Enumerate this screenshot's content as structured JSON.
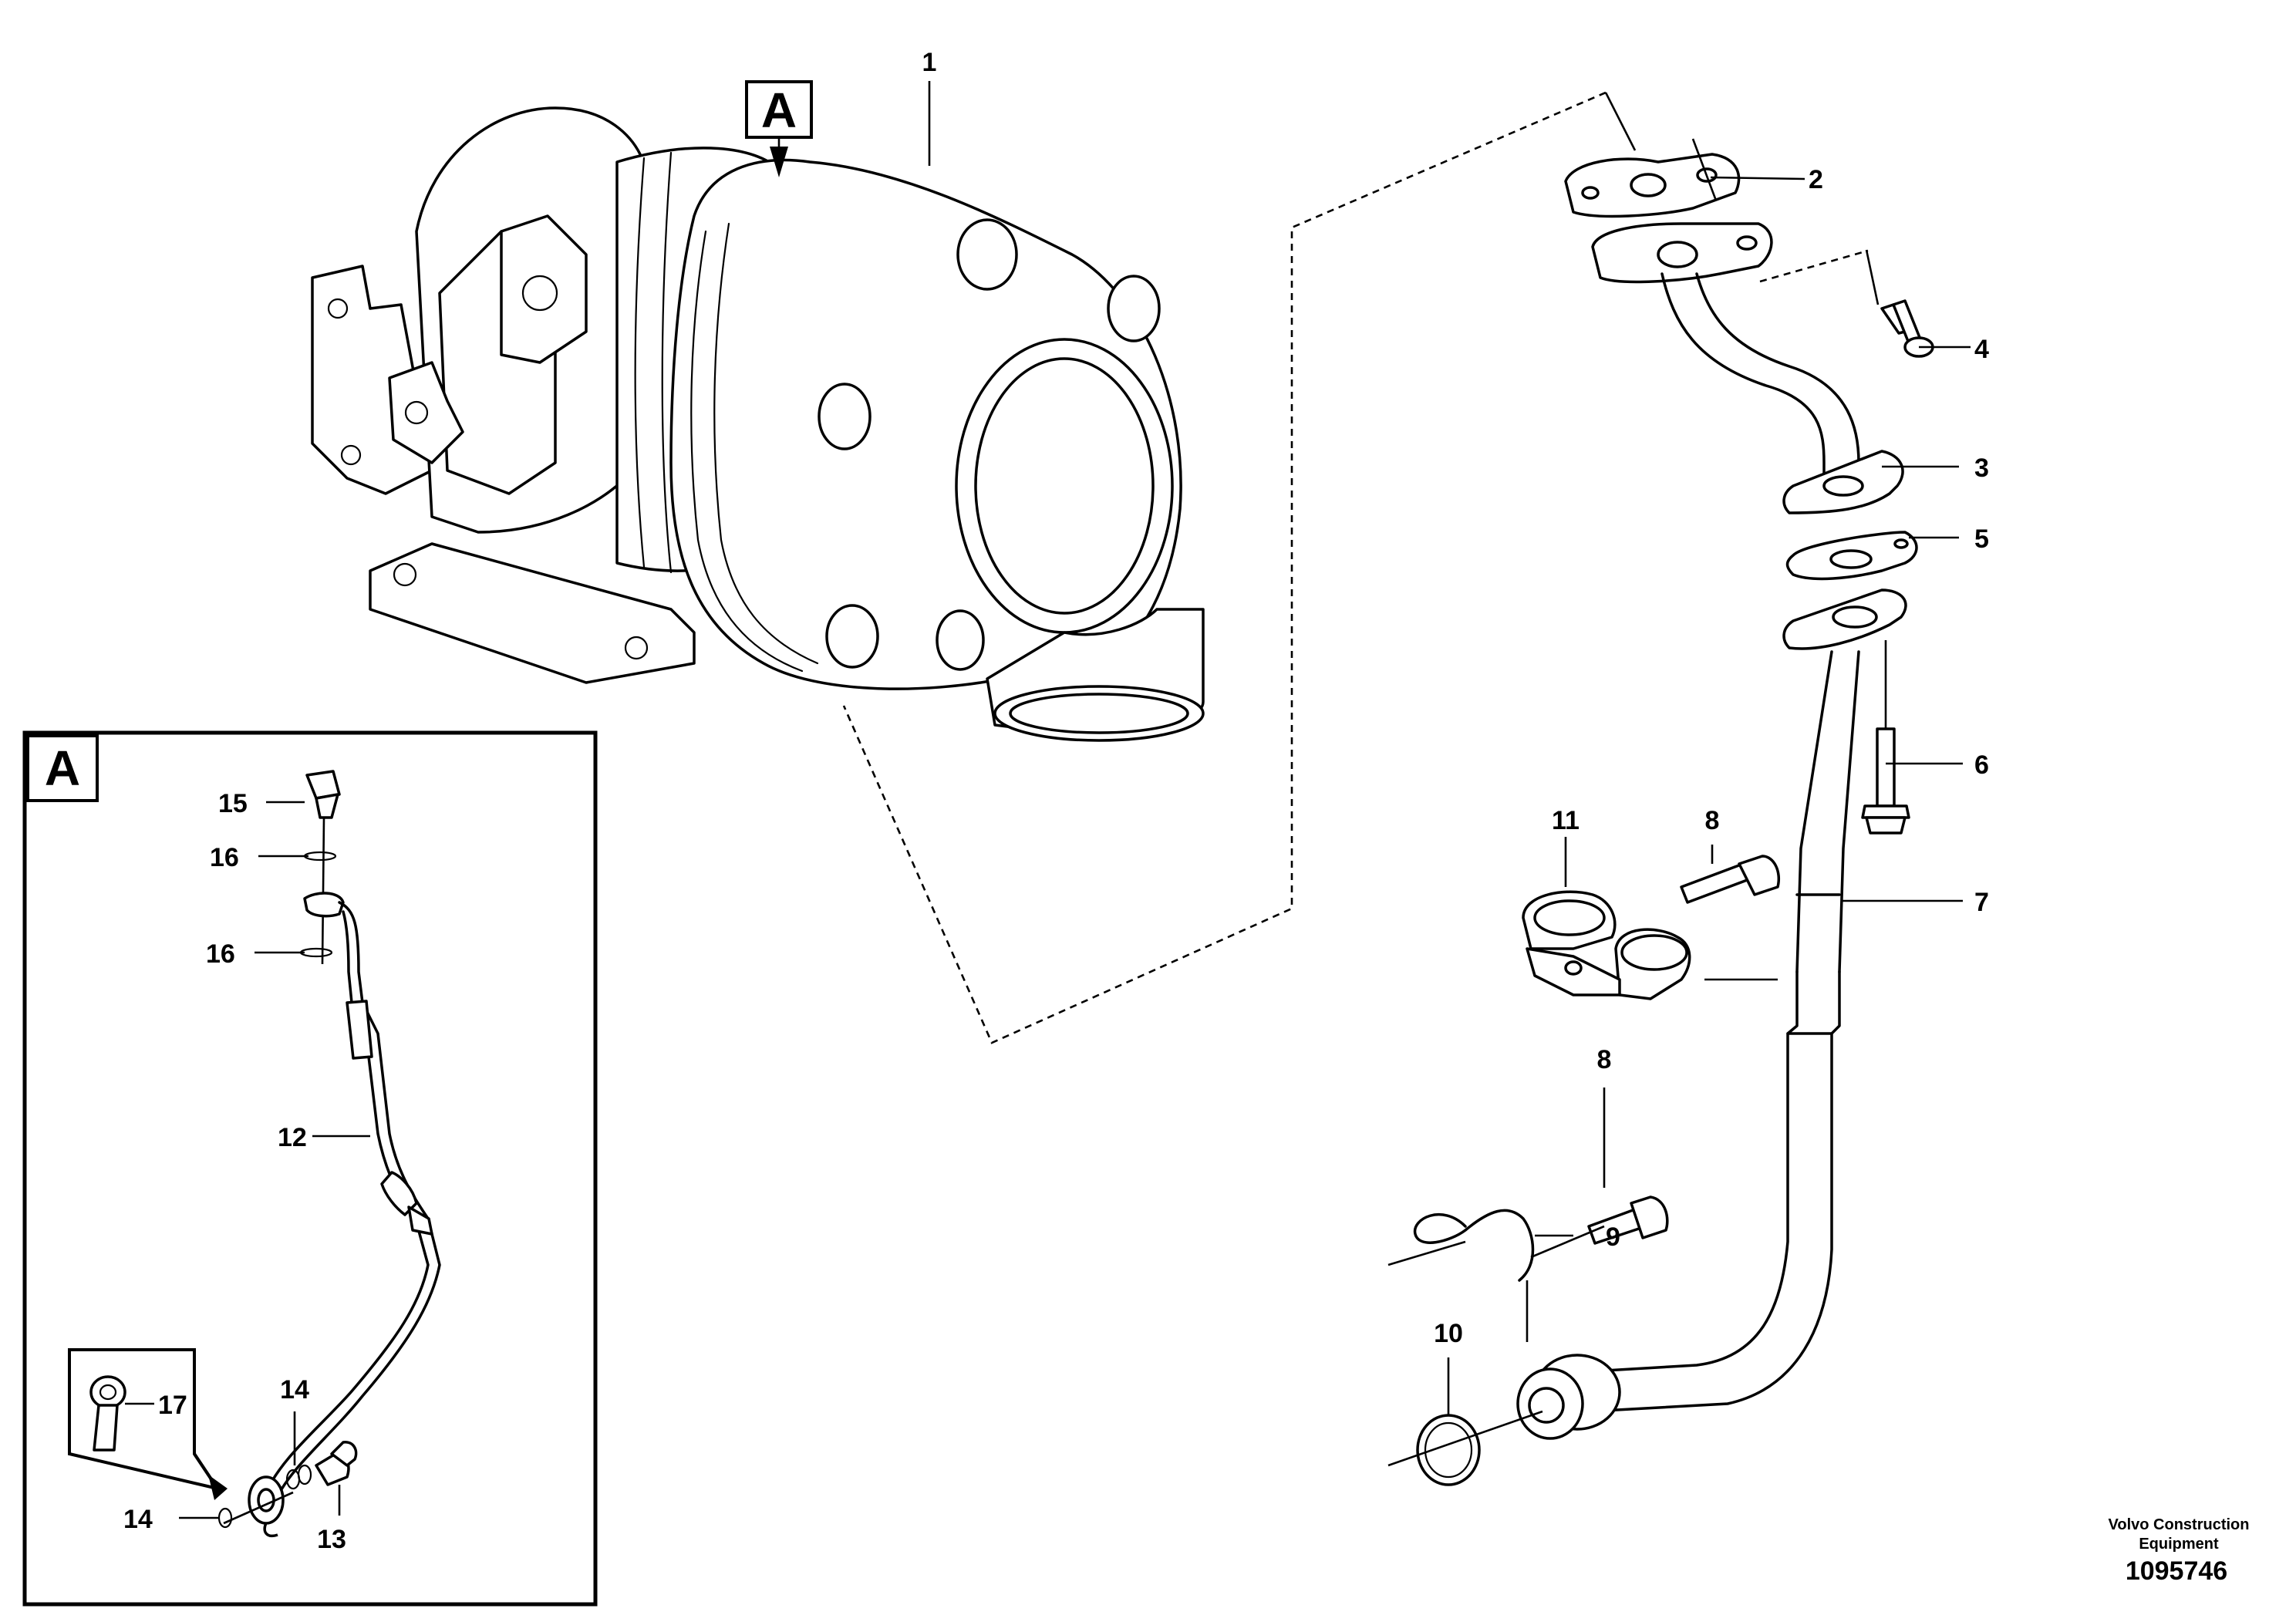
{
  "callouts": {
    "c1": "1",
    "c2": "2",
    "c3": "3",
    "c4": "4",
    "c5": "5",
    "c6": "6",
    "c7": "7",
    "c8a": "8",
    "c8b": "8",
    "c9": "9",
    "c10": "10",
    "c11": "11",
    "c12": "12",
    "c13": "13",
    "c14a": "14",
    "c14b": "14",
    "c15": "15",
    "c16a": "16",
    "c16b": "16",
    "c17": "17"
  },
  "detail": {
    "main_tag": "A",
    "inset_tag": "A"
  },
  "footer": {
    "brand_line1": "Volvo Construction",
    "brand_line2": "Equipment",
    "drawing_number": "1095746"
  }
}
